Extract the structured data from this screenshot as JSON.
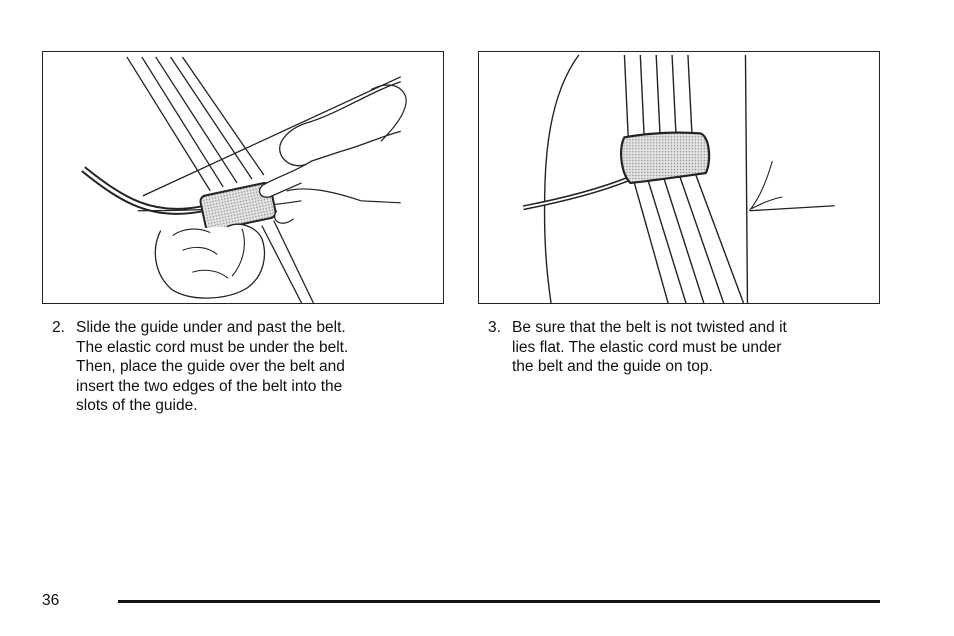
{
  "steps": [
    {
      "number": "2.",
      "text": "Slide the guide under and past the belt.\nThe elastic cord must be under the belt.\nThen, place the guide over the belt and\ninsert the two edges of the belt into the\nslots of the guide."
    },
    {
      "number": "3.",
      "text": "Be sure that the belt is not twisted and it\nlies flat. The elastic cord must be under\nthe belt and the guide on top."
    }
  ],
  "footer": {
    "page_number": "36"
  }
}
